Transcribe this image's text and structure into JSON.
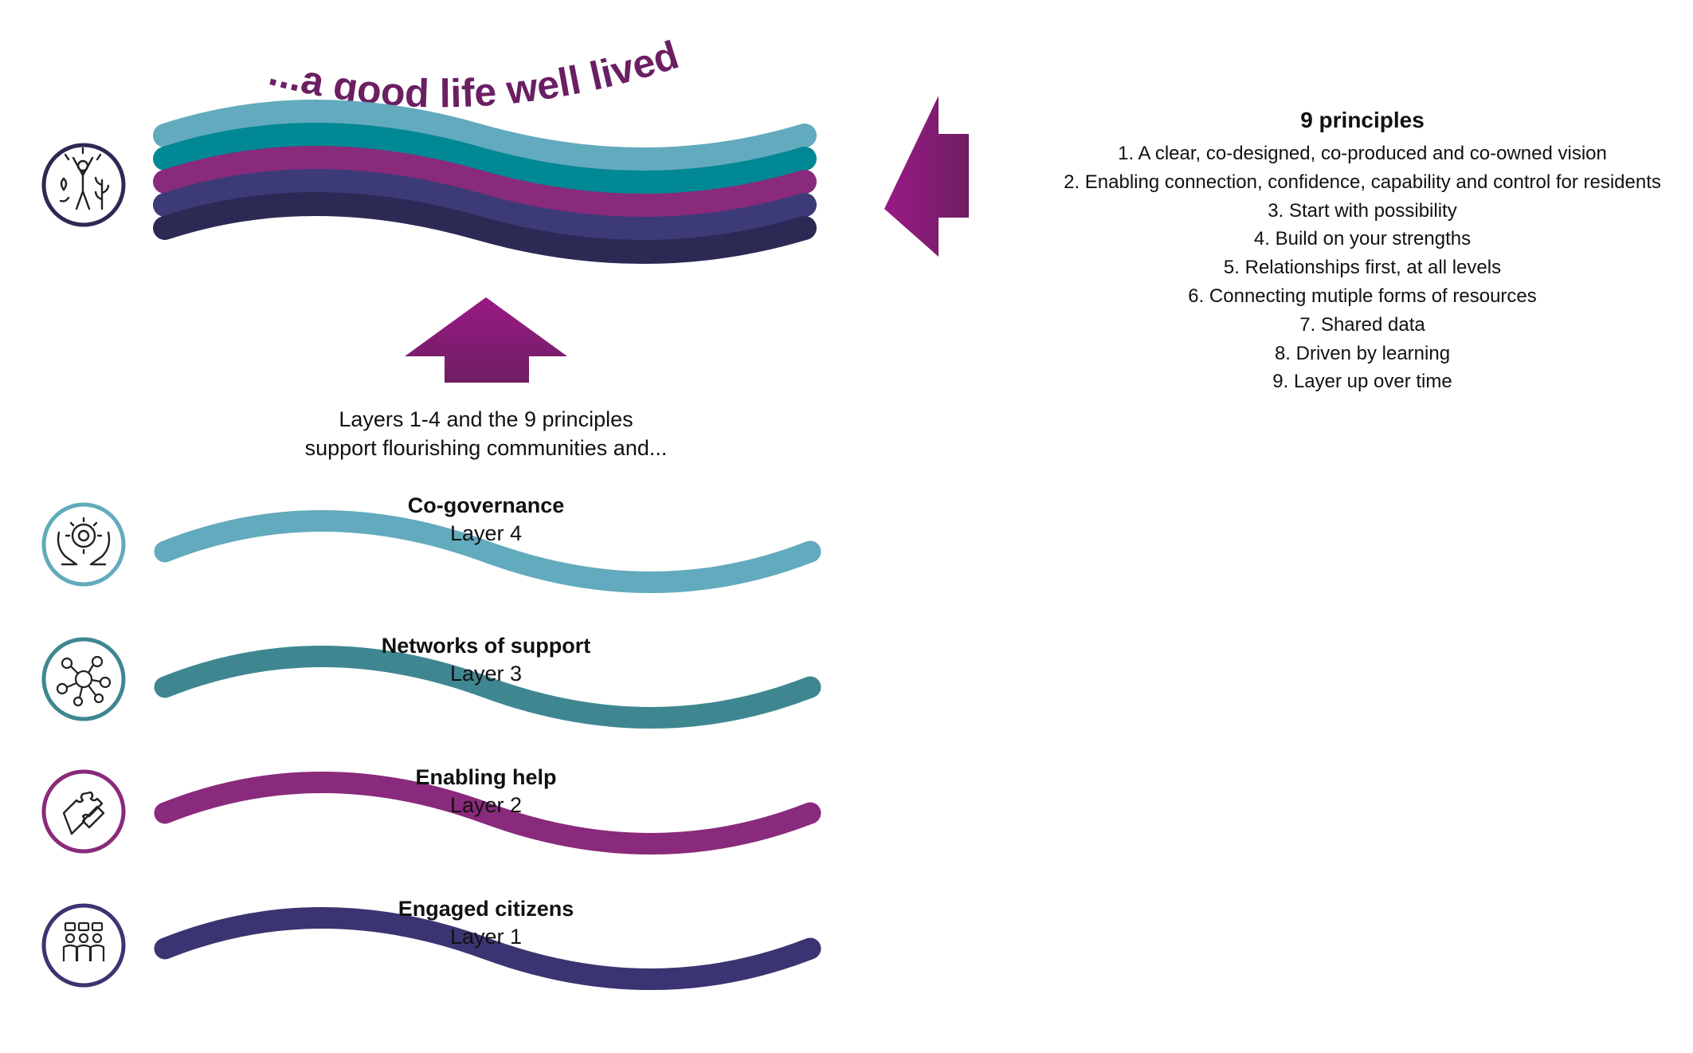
{
  "headline": "...a good  life well lived",
  "caption": {
    "line1": "Layers 1-4 and the 9 principles",
    "line2": "support flourishing communities and..."
  },
  "principles": {
    "title": "9 principles",
    "items": [
      "1. A clear, co-designed, co-produced and co-owned vision",
      "2. Enabling connection, confidence, capability and control for residents",
      "3. Start with possibility",
      "4. Build on your strengths",
      "5. Relationships first, at all levels",
      "6. Connecting mutiple forms of resources",
      "7. Shared data",
      "8. Driven by learning",
      "9. Layer up over time"
    ]
  },
  "layers": [
    {
      "title": "Co-governance",
      "subtitle": "Layer 4",
      "color": "#62AABD",
      "icon": "hands-holding-gear-icon"
    },
    {
      "title": "Networks of support",
      "subtitle": "Layer 3",
      "color": "#3F8790",
      "icon": "network-people-icon"
    },
    {
      "title": "Enabling help",
      "subtitle": "Layer 2",
      "color": "#8A2A7C",
      "icon": "puzzle-pieces-icon"
    },
    {
      "title": "Engaged citizens",
      "subtitle": "Layer 1",
      "color": "#3B3472",
      "icon": "group-speech-icon"
    }
  ],
  "stack_colors": [
    "#62AABD",
    "#008894",
    "#8A2A7C",
    "#3D3A78",
    "#2C2A55"
  ],
  "colors": {
    "headline": "#6B1F63",
    "arrow_dark": "#6E1E62",
    "arrow_light": "#9A1A86",
    "stack_icon_border": "#2C2A55"
  }
}
